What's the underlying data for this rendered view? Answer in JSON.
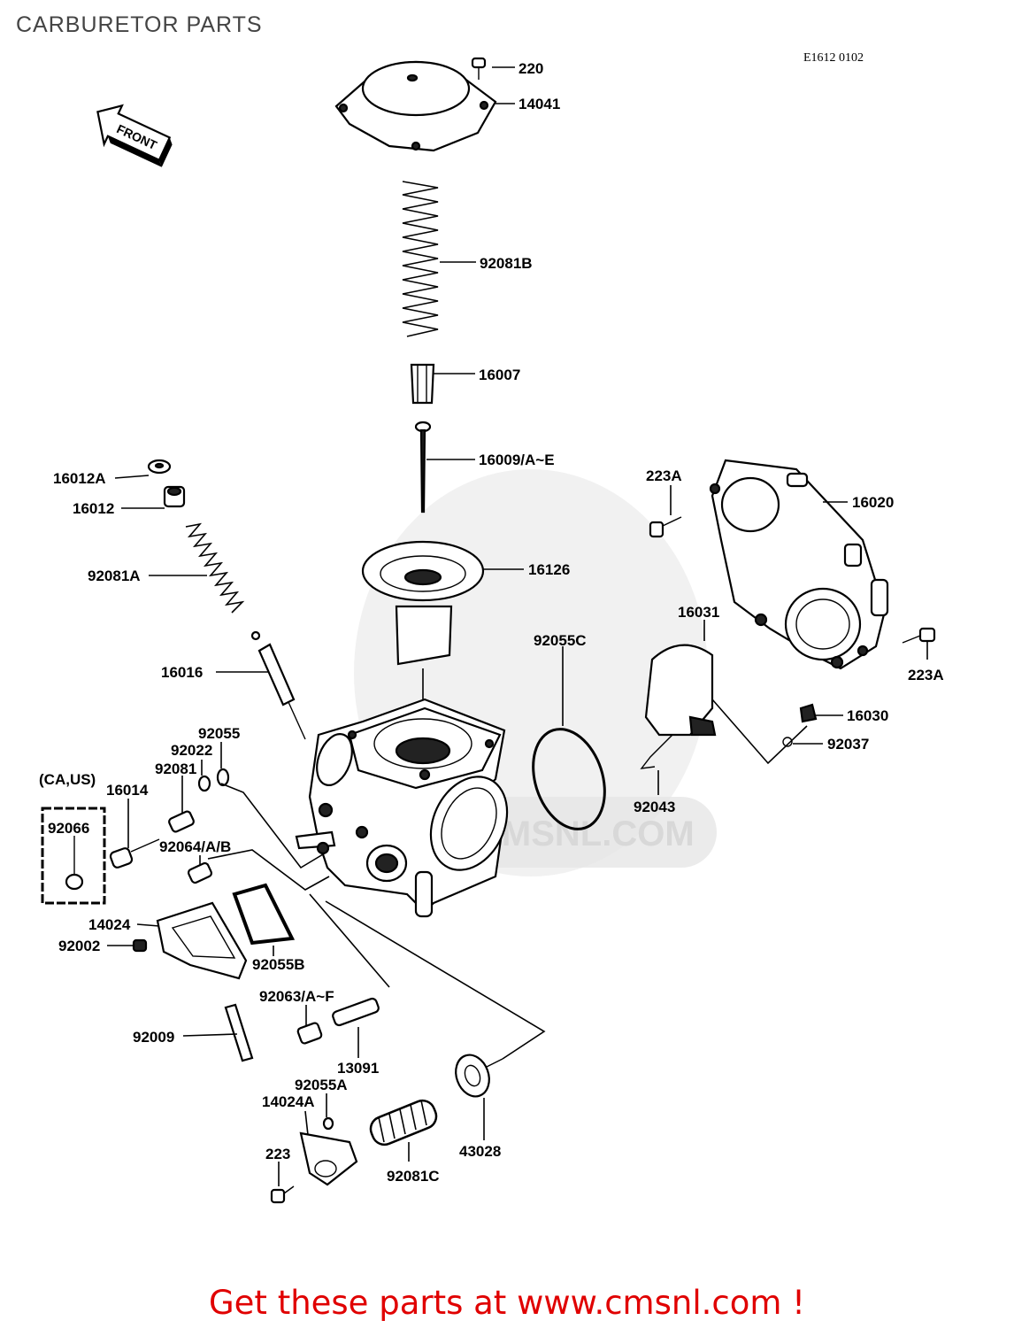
{
  "header": {
    "title": "CARBURETOR PARTS",
    "diagram_code": "E1612 0102"
  },
  "badges": {
    "front": "FRONT",
    "watermark": "CMSNL.COM"
  },
  "footer": {
    "cta": "Get these parts at www.cmsnl.com !"
  },
  "callouts": [
    {
      "id": "220",
      "label": "220"
    },
    {
      "id": "14041",
      "label": "14041"
    },
    {
      "id": "92081B",
      "label": "92081B"
    },
    {
      "id": "16007",
      "label": "16007"
    },
    {
      "id": "16009",
      "label": "16009/A~E"
    },
    {
      "id": "16012A",
      "label": "16012A"
    },
    {
      "id": "16012",
      "label": "16012"
    },
    {
      "id": "92081A",
      "label": "92081A"
    },
    {
      "id": "16126",
      "label": "16126"
    },
    {
      "id": "16016",
      "label": "16016"
    },
    {
      "id": "92055C",
      "label": "92055C"
    },
    {
      "id": "223A_top",
      "label": "223A"
    },
    {
      "id": "16020",
      "label": "16020"
    },
    {
      "id": "16031",
      "label": "16031"
    },
    {
      "id": "223A_right",
      "label": "223A"
    },
    {
      "id": "16030",
      "label": "16030"
    },
    {
      "id": "92037",
      "label": "92037"
    },
    {
      "id": "92043",
      "label": "92043"
    },
    {
      "id": "92055",
      "label": "92055"
    },
    {
      "id": "92022",
      "label": "92022"
    },
    {
      "id": "92081",
      "label": "92081"
    },
    {
      "id": "16014",
      "label": "16014"
    },
    {
      "id": "CAUS",
      "label": "(CA,US)"
    },
    {
      "id": "92066",
      "label": "92066"
    },
    {
      "id": "92064",
      "label": "92064/A/B"
    },
    {
      "id": "14024",
      "label": "14024"
    },
    {
      "id": "92002",
      "label": "92002"
    },
    {
      "id": "92055B",
      "label": "92055B"
    },
    {
      "id": "92063",
      "label": "92063/A~F"
    },
    {
      "id": "92009",
      "label": "92009"
    },
    {
      "id": "13091",
      "label": "13091"
    },
    {
      "id": "92055A",
      "label": "92055A"
    },
    {
      "id": "14024A",
      "label": "14024A"
    },
    {
      "id": "223",
      "label": "223"
    },
    {
      "id": "92081C",
      "label": "92081C"
    },
    {
      "id": "43028",
      "label": "43028"
    }
  ]
}
